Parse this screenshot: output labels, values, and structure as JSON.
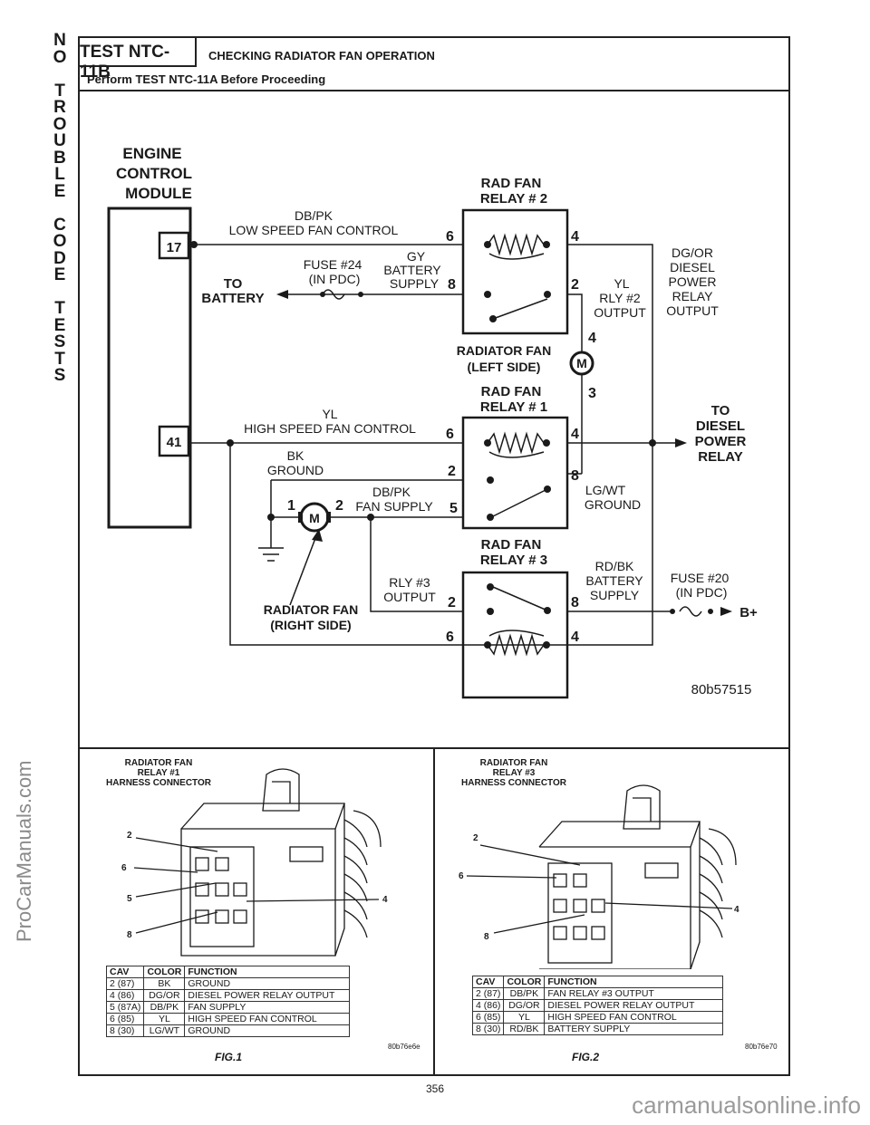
{
  "side_tab": [
    "N",
    "O",
    "",
    "T",
    "R",
    "O",
    "U",
    "B",
    "L",
    "E",
    "",
    "C",
    "O",
    "D",
    "E",
    "",
    "T",
    "E",
    "S",
    "T",
    "S"
  ],
  "watermarks": {
    "left": "ProCarManuals.com",
    "bottom": "carmanualsonline.info"
  },
  "header": {
    "test_id": "TEST NTC-11B",
    "title": "CHECKING RADIATOR FAN OPERATION",
    "note": "Perform TEST NTC-11A Before Proceeding"
  },
  "schematic": {
    "ecm_label": [
      "ENGINE",
      "CONTROL",
      "MODULE"
    ],
    "pin17": "17",
    "pin41": "41",
    "relay2_title": [
      "RAD FAN",
      "RELAY # 2"
    ],
    "relay1_title": [
      "RAD FAN",
      "RELAY # 1"
    ],
    "relay3_title": [
      "RAD FAN",
      "RELAY # 3"
    ],
    "wire_dbpk_low": [
      "DB/PK",
      "LOW SPEED FAN CONTROL"
    ],
    "wire_yl_high": [
      "YL",
      "HIGH SPEED FAN CONTROL"
    ],
    "fuse24": [
      "FUSE #24",
      "(IN PDC)"
    ],
    "gy_batt": [
      "GY",
      "BATTERY",
      "SUPPLY"
    ],
    "to_battery": [
      "TO",
      "BATTERY"
    ],
    "dgor": [
      "DG/OR",
      "DIESEL",
      "POWER",
      "RELAY",
      "OUTPUT"
    ],
    "yl_rly2": [
      "YL",
      "RLY #2",
      "OUTPUT"
    ],
    "fan_left": [
      "RADIATOR FAN",
      "(LEFT SIDE)"
    ],
    "to_diesel": [
      "TO",
      "DIESEL",
      "POWER",
      "RELAY"
    ],
    "bk_ground": [
      "BK",
      "GROUND"
    ],
    "dbpk_fan": [
      "DB/PK",
      "FAN SUPPLY"
    ],
    "lgwt": [
      "LG/WT",
      "GROUND"
    ],
    "rly3_out": [
      "RLY #3",
      "OUTPUT"
    ],
    "rdbk": [
      "RD/BK",
      "BATTERY",
      "SUPPLY"
    ],
    "fuse20": [
      "FUSE #20",
      "(IN PDC)"
    ],
    "bplus": "B+",
    "fan_right": [
      "RADIATOR FAN",
      "(RIGHT SIDE)"
    ],
    "motor": "M",
    "pins": {
      "p6": "6",
      "p4": "4",
      "p8": "8",
      "p2": "2",
      "p5": "5",
      "p3": "3",
      "p1": "1"
    },
    "code": "80b57515"
  },
  "fig1": {
    "title": [
      "RADIATOR FAN",
      "RELAY #1",
      "HARNESS CONNECTOR"
    ],
    "callouts": [
      "2",
      "6",
      "5",
      "8",
      "4"
    ],
    "headers": [
      "CAV",
      "COLOR",
      "FUNCTION"
    ],
    "rows": [
      [
        "2 (87)",
        "BK",
        "GROUND"
      ],
      [
        "4 (86)",
        "DG/OR",
        "DIESEL POWER RELAY OUTPUT"
      ],
      [
        "5 (87A)",
        "DB/PK",
        "FAN SUPPLY"
      ],
      [
        "6 (85)",
        "YL",
        "HIGH SPEED FAN CONTROL"
      ],
      [
        "8 (30)",
        "LG/WT",
        "GROUND"
      ]
    ],
    "code": "80b76e6e",
    "label": "FIG.1"
  },
  "fig2": {
    "title": [
      "RADIATOR FAN",
      "RELAY #3",
      "HARNESS CONNECTOR"
    ],
    "callouts": [
      "2",
      "6",
      "8",
      "4"
    ],
    "headers": [
      "CAV",
      "COLOR",
      "FUNCTION"
    ],
    "rows": [
      [
        "2 (87)",
        "DB/PK",
        "FAN RELAY #3 OUTPUT"
      ],
      [
        "4 (86)",
        "DG/OR",
        "DIESEL POWER RELAY OUTPUT"
      ],
      [
        "6 (85)",
        "YL",
        "HIGH SPEED FAN CONTROL"
      ],
      [
        "8 (30)",
        "RD/BK",
        "BATTERY SUPPLY"
      ]
    ],
    "code": "80b76e70",
    "label": "FIG.2"
  },
  "page_number": "356"
}
